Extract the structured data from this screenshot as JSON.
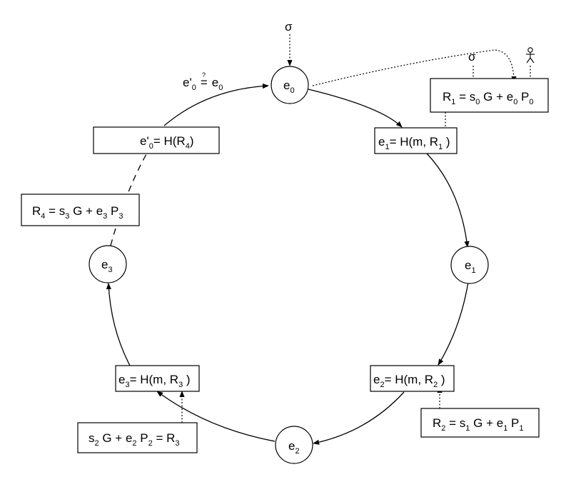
{
  "nodes": {
    "e0": {
      "base": "e",
      "sub": "0"
    },
    "e1": {
      "base": "e",
      "sub": "1"
    },
    "e2": {
      "base": "e",
      "sub": "2"
    },
    "e3": {
      "base": "e",
      "sub": "3"
    }
  },
  "inputs": {
    "sigma_top": "σ",
    "sigma_signer": "σ",
    "signer_icon": "person-icon"
  },
  "check": {
    "lhs": "e'",
    "lhs_sub": "0",
    "op": "=",
    "q": "?",
    "rhs": "e",
    "rhs_sub": "0"
  },
  "boxes": {
    "r1": {
      "r": "R",
      "r_sub": "1",
      "eq": " = s",
      "s_sub": "0",
      "mid": " G + e",
      "e_sub": "0",
      "p": " P",
      "p_sub": "0"
    },
    "h1": {
      "e": "e",
      "e_sub": "1",
      "mid": "= H(m, R",
      "r_sub": "1",
      "close": " )"
    },
    "h2": {
      "e": "e",
      "e_sub": "2",
      "mid": "= H(m, R",
      "r_sub": "2",
      "close": " )"
    },
    "r2": {
      "r": "R",
      "r_sub": "2",
      "eq": " = s",
      "s_sub": "1",
      "mid": " G + e",
      "e_sub": "1",
      "p": " P",
      "p_sub": "1"
    },
    "h3": {
      "e": "e",
      "e_sub": "3",
      "mid": "= H(m, R",
      "r_sub": "3",
      "close": " )"
    },
    "r3": {
      "s": "s",
      "s_sub": "2",
      "mid": " G + e",
      "e_sub": "2",
      "p": " P",
      "p_sub": "2",
      "eq": " = R",
      "r_sub": "3"
    },
    "r4": {
      "r": "R",
      "r_sub": "4",
      "eq": " = s",
      "s_sub": "3",
      "mid": " G + e",
      "e_sub": "3",
      "p": " P",
      "p_sub": "3"
    },
    "h4": {
      "e": "e'",
      "e_sub": "0",
      "mid": "= H(R",
      "r_sub": "4",
      "close": ")"
    }
  }
}
